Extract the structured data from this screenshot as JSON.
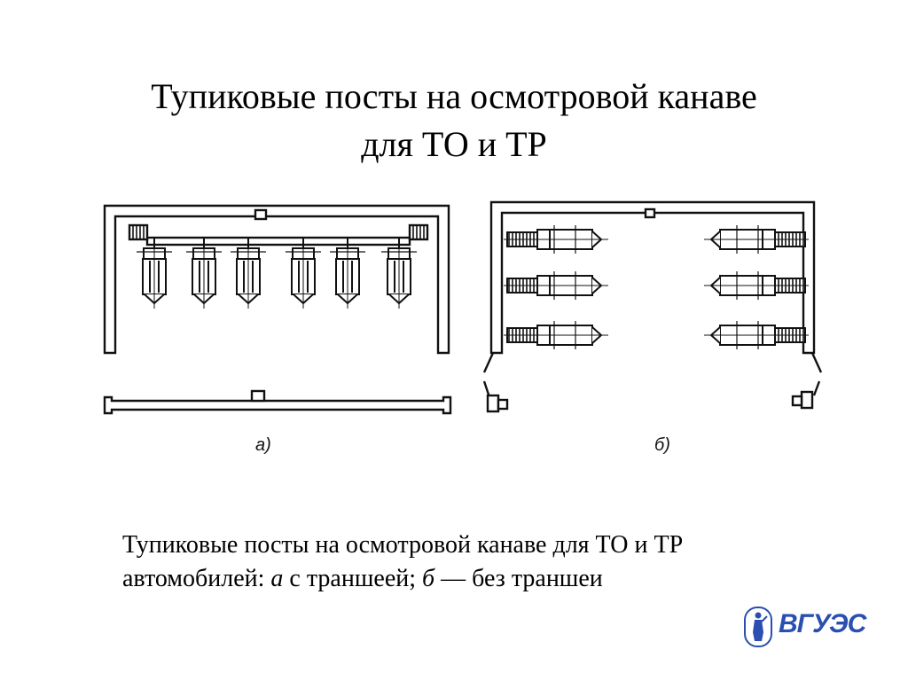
{
  "slide": {
    "title_line1": "Тупиковые посты на осмотровой канаве",
    "title_line2": "для ТО и ТР"
  },
  "diagram": {
    "label_a": "а)",
    "label_b": "б)"
  },
  "caption": {
    "line1": "Тупиковые посты на осмотровой канаве для ТО и ТР",
    "line2_prefix": "автомобилей: ",
    "line2_a": "а",
    "line2_mid": " с траншеей; ",
    "line2_b": "б",
    "line2_suffix": " — без траншеи"
  },
  "logo": {
    "text": "ВГУЭС",
    "color": "#2a4fb0"
  }
}
